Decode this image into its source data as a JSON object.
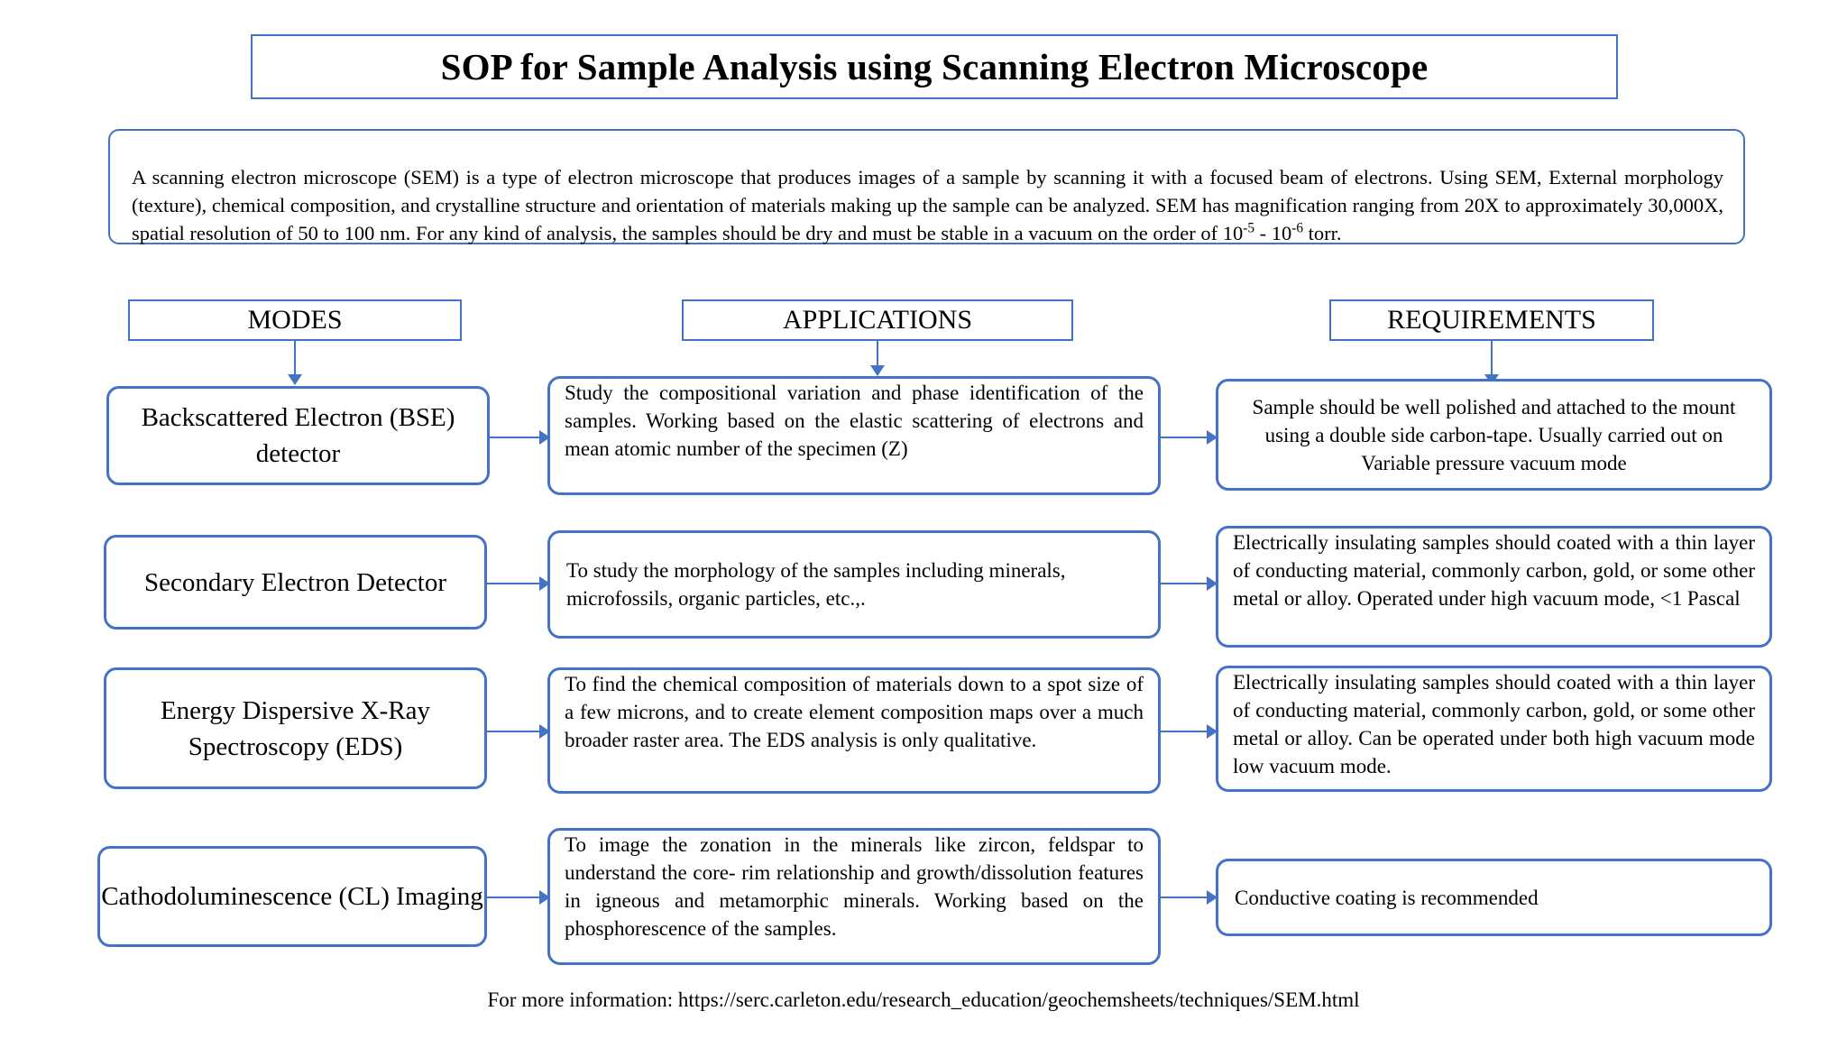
{
  "title": "SOP for Sample Analysis using Scanning Electron Microscope",
  "intro": {
    "part1": "A scanning electron microscope (SEM) is a type of electron microscope that produces images of a sample by scanning it with a focused beam of electrons. Using SEM, External morphology (texture), chemical composition, and crystalline structure and orientation of materials making up the sample can be analyzed. SEM has magnification ranging from 20X to approximately 30,000X, spatial resolution of 50 to 100 nm. For any kind of analysis, the samples should be dry and must be stable in a vacuum on the order of 10",
    "sup1": "-5",
    "mid": " - 10",
    "sup2": "-6",
    "part2": " torr."
  },
  "headers": {
    "modes": "MODES",
    "applications": "APPLICATIONS",
    "requirements": "REQUIREMENTS"
  },
  "rows": [
    {
      "mode": "Backscattered Electron (BSE) detector",
      "application": "Study the compositional variation and phase identification of the samples. Working based on the elastic scattering of electrons and mean atomic number of the specimen (Z)",
      "requirement": "Sample should be well polished and attached to the mount using a double side carbon-tape. Usually carried out on Variable pressure vacuum mode"
    },
    {
      "mode": "Secondary Electron Detector",
      "application": "To study the morphology of the samples including minerals, microfossils, organic particles, etc.,.",
      "requirement": "Electrically insulating samples should coated with a thin layer of conducting material, commonly carbon, gold, or some other metal or alloy. Operated under high vacuum mode, <1 Pascal"
    },
    {
      "mode": "Energy Dispersive X-Ray Spectroscopy (EDS)",
      "application": "To find the chemical composition of materials down to a spot size of a few microns, and to create element composition maps over a much broader raster area. The EDS analysis is only qualitative.",
      "requirement": "Electrically insulating samples should coated with a thin layer of conducting material, commonly carbon, gold, or some other metal or alloy. Can be operated under both high vacuum mode low vacuum mode."
    },
    {
      "mode": "Cathodoluminescence (CL) Imaging",
      "application": "To image the zonation in the minerals like zircon, feldspar to understand the core- rim relationship and growth/dissolution features in igneous and metamorphic minerals. Working based on the phosphorescence of the samples.",
      "requirement": "Conductive coating is recommended"
    }
  ],
  "footer": "For more information: https://serc.carleton.edu/research_education/geochemsheets/techniques/SEM.html",
  "colors": {
    "border": "#4472C4",
    "text": "#000000",
    "background": "#FFFFFF"
  }
}
